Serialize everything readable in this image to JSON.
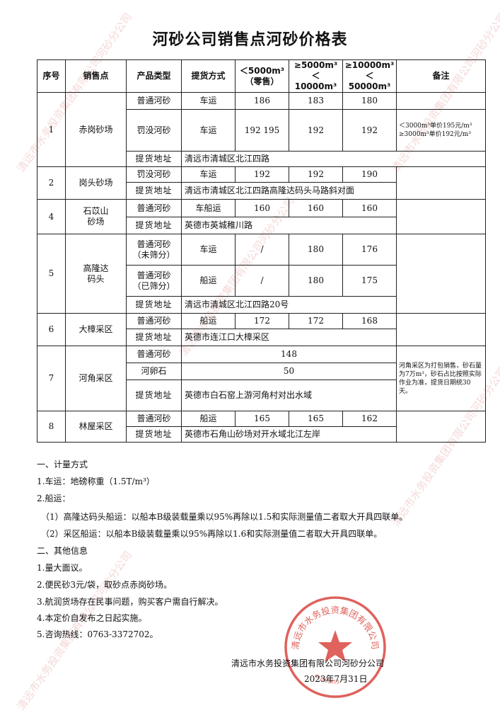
{
  "title": "河砂公司销售点河砂价格表",
  "headers": {
    "seq": "序号",
    "point": "销售点",
    "product": "产品类型",
    "mode": "提货方式",
    "p1": "＜5000m³",
    "p1b": "（零售）",
    "p2": "≥5000m³",
    "p2b": "＜10000m³",
    "p3": "≥10000m³",
    "p3b": "＜50000m³",
    "remark": "备注"
  },
  "sites": {
    "s1": {
      "no": "1",
      "name": "赤岗砂场",
      "r1": {
        "product": "普通河砂",
        "mode": "车运",
        "p1": "186",
        "p2": "183",
        "p3": "180"
      },
      "r2": {
        "product": "罚没河砂",
        "mode": "车运",
        "p1": "192 195",
        "p2": "192",
        "p3": "192"
      },
      "note1": "＜3000m³单价195元/m³",
      "note2": "≥3000m³单价192元/m³",
      "addr_label": "提货地址",
      "addr": "清远市清城区北江四路"
    },
    "s2": {
      "no": "2",
      "name": "岗头砂场",
      "r1": {
        "product": "罚没河砂",
        "mode": "车运",
        "p1": "192",
        "p2": "192",
        "p3": "190"
      },
      "addr_label": "提货地址",
      "addr": "清远市清城区北江四路高隆达码头马路斜对面"
    },
    "s4": {
      "no": "4",
      "name1": "石苡山",
      "name2": "砂场",
      "r1": {
        "product": "普通河砂",
        "mode": "车船运",
        "p1": "160",
        "p2": "160",
        "p3": "160"
      },
      "addr_label": "提货地址",
      "addr": "英德市英城稚川路"
    },
    "s5": {
      "no": "5",
      "name1": "高隆达",
      "name2": "码头",
      "r1": {
        "product1": "普通河砂",
        "product2": "（未筛分）",
        "mode": "车运",
        "p1": "/",
        "p2": "180",
        "p3": "176"
      },
      "r2": {
        "product1": "普通河砂",
        "product2": "（已筛分）",
        "mode": "船运",
        "p1": "/",
        "p2": "180",
        "p3": "175"
      },
      "addr_label": "提货地址",
      "addr": "清远市清城区北江四路20号"
    },
    "s6": {
      "no": "6",
      "name": "大樟采区",
      "r1": {
        "product": "普通河砂",
        "mode": "船运",
        "p1": "172",
        "p2": "172",
        "p3": "168"
      },
      "addr_label": "提货地址",
      "addr": "英德市连江口大樟采区"
    },
    "s7": {
      "no": "7",
      "name": "河角采区",
      "r1": {
        "product": "普通河砂",
        "price": "148"
      },
      "r2": {
        "product": "河卵石",
        "price": "50"
      },
      "note": "河角采区为打包销售，砂石量为7万m³，砂石占比按照实际作业为准，提货日期统30天。",
      "addr_label": "提货地址",
      "addr": "英德市白石窑上游河角村对出水域"
    },
    "s8": {
      "no": "8",
      "name": "林屋采区",
      "r1": {
        "product": "普通河砂",
        "mode": "船运",
        "p1": "165",
        "p2": "165",
        "p3": "162"
      },
      "addr_label": "提货地址",
      "addr": "英德市石角山砂场对开水域北江左岸"
    }
  },
  "notes": {
    "h1": "一、计量方式",
    "l1": "1.车运：地磅称重（1.5T/m³）",
    "l2": "2.船运：",
    "l3": "（1）高隆达码头船运：以船本B级装载量乘以95%再除以1.5和实际测量值二者取大开具四联单。",
    "l4": "（2）采区船运：以船本B级装载量乘以95%再除以1.6和实际测量值二者取大开具四联单。",
    "h2": "二、其他信息",
    "l5": "1.量大面议。",
    "l6": "2.便民砂3元/袋，取砂点赤岗砂场。",
    "l7": "3.航润货场存在民事问题，购买客户需自行解决。",
    "l8": "4.本定价自发布之日起实施。",
    "l9": "5.咨询热线：0763-3372702。"
  },
  "company": "清远市水务投资集团有限公司河砂分公司",
  "date": "2023年7月31日",
  "seal_text": "清远市水务投资集团有限公司河砂分公司",
  "seal_number": "441802013",
  "watermark_text": "清远市水务投资集团有限公司河砂分公司",
  "colors": {
    "seal": "#d9473f",
    "watermark": "#e7aaa8",
    "ink": "#111111"
  }
}
